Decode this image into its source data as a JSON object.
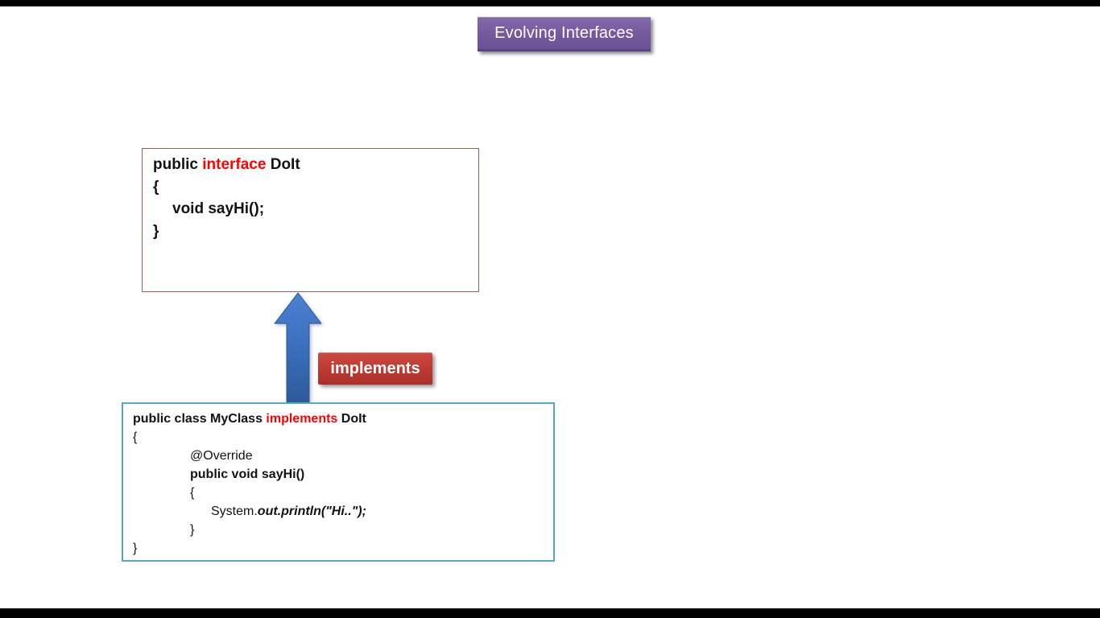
{
  "title": {
    "text": "Evolving Interfaces"
  },
  "interface_box": {
    "l1a": "public ",
    "l1b": "interface",
    "l1c": " DoIt",
    "l2": "{",
    "l3": "void sayHi();",
    "l4": "",
    "l5": "",
    "l6": "}"
  },
  "arrow": {
    "label": "implements",
    "direction": "up"
  },
  "class_box": {
    "l1a": "public class MyClass ",
    "l1b": "implements",
    "l1c": " DoIt",
    "l2": "{",
    "l3": "@Override",
    "l4": "public void sayHi()",
    "l5": "{",
    "l6a": "System.",
    "l6b": "out.println(\"Hi..\");",
    "l7": "}",
    "l8": "}"
  },
  "colors": {
    "title_bg": "#75589e",
    "title_edge": "#5a4484",
    "keyword_red": "#ff0000",
    "interface_box_border": "#9c5b55",
    "class_box_border": "#5aa7c5",
    "arrow_blue": "#3a6fbe",
    "implements_bg": "#be3b33"
  }
}
